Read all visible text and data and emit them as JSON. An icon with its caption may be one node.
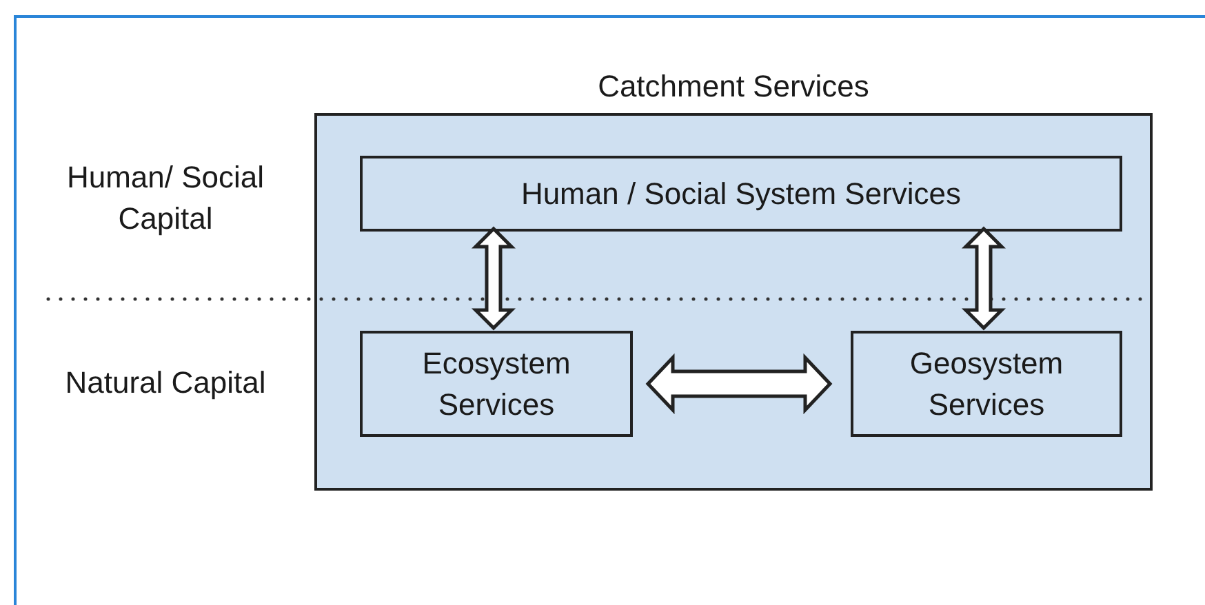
{
  "diagram": {
    "nodes": [
      {
        "text": [
          "Catchment Services"
        ]
      },
      {
        "text": [
          "Human / Social System Services"
        ],
        "in": 0
      },
      {
        "text": [
          "Ecosystem Services"
        ],
        "in": 0
      },
      {
        "text": [
          "Geosystem Services"
        ],
        "in": 0
      }
    ],
    "edges": [
      {
        "from": 1,
        "to": 2,
        "arrow": "both"
      },
      {
        "from": 1,
        "to": 3,
        "arrow": "both"
      },
      {
        "from": 2,
        "to": 3,
        "arrow": "both"
      }
    ],
    "labels": [
      "Human/ Social Capital",
      "Natural Capital"
    ]
  }
}
